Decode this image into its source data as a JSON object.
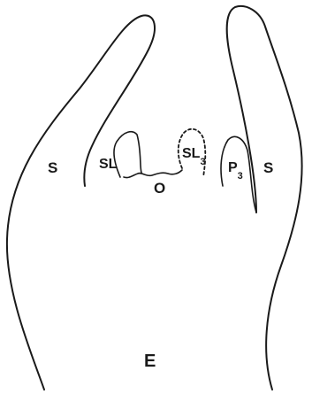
{
  "labels": {
    "left_s": "S",
    "sl": "SL",
    "sl3_base": "SL",
    "sl3_sub": "3",
    "o": "O",
    "p3_base": "P",
    "p3_sub": "3",
    "right_s": "S",
    "e": "E"
  }
}
